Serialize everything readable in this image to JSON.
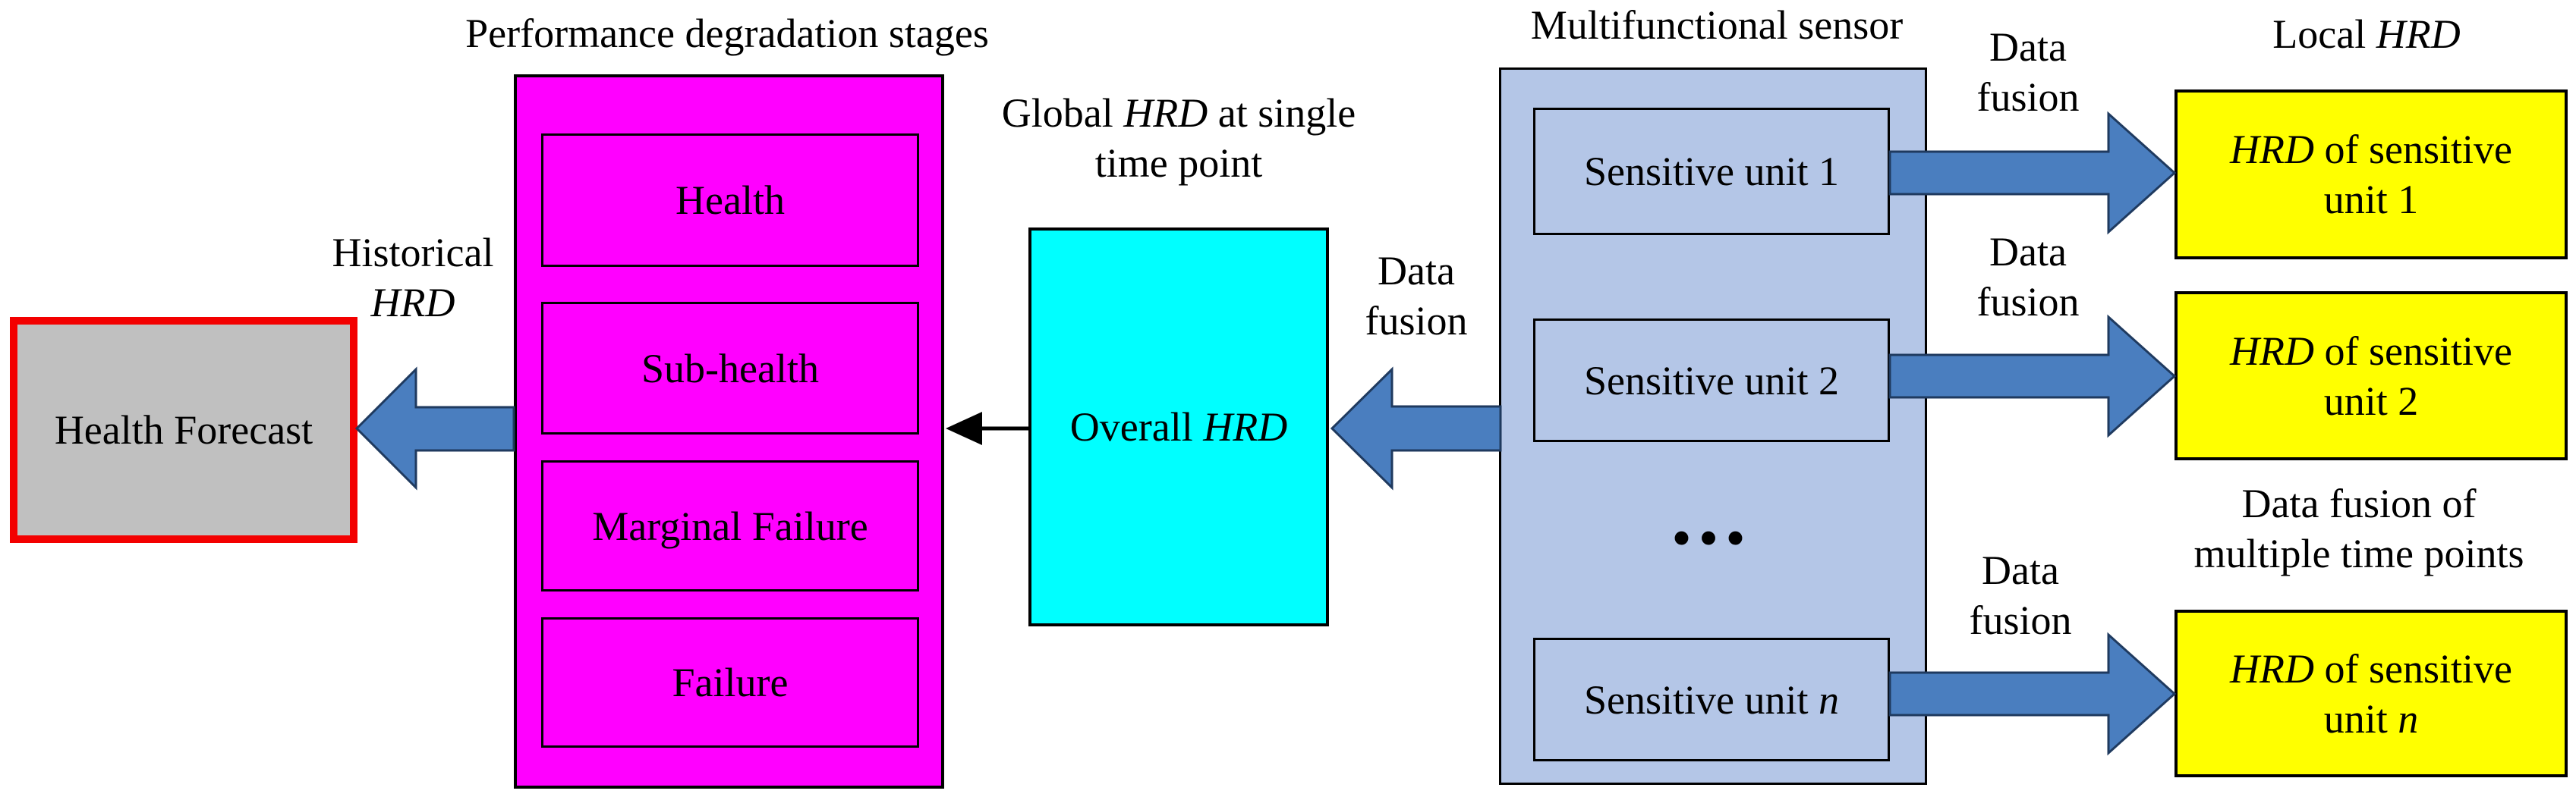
{
  "colors": {
    "magenta": "#ff00ff",
    "cyan": "#00ffff",
    "yellow": "#ffff00",
    "gray": "#c0c0c0",
    "red_border": "#f30000",
    "sensor": "#b4c6e7",
    "arrow_fill": "#4a7ebf",
    "arrow_outline": "#1f3a5f"
  },
  "left": {
    "historical_label": [
      [
        {
          "t": "Historical"
        }
      ],
      [
        {
          "t": "HRD",
          "i": true
        }
      ]
    ],
    "forecast_box": "Health Forecast"
  },
  "stages": {
    "title": "Performance degradation stages",
    "items": [
      "Health",
      "Sub-health",
      "Marginal Failure",
      "Failure"
    ]
  },
  "global": {
    "label": [
      [
        {
          "t": "Global "
        },
        {
          "t": "HRD",
          "i": true
        },
        {
          "t": " at single"
        }
      ],
      [
        {
          "t": "time point"
        }
      ]
    ],
    "overall_box": [
      [
        {
          "t": "Overall "
        },
        {
          "t": "HRD",
          "i": true
        }
      ]
    ]
  },
  "fusion": {
    "data_fusion": [
      [
        {
          "t": "Data"
        }
      ],
      [
        {
          "t": "fusion"
        }
      ]
    ],
    "multi_label": [
      [
        {
          "t": "Data fusion of"
        }
      ],
      [
        {
          "t": "multiple time points"
        }
      ]
    ]
  },
  "sensor": {
    "title": "Multifunctional sensor",
    "unit1": [
      [
        {
          "t": "Sensitive unit 1"
        }
      ]
    ],
    "unit2": [
      [
        {
          "t": "Sensitive unit 2"
        }
      ]
    ],
    "ellipsis": "...",
    "unitn": [
      [
        {
          "t": "Sensitive unit "
        },
        {
          "t": "n",
          "i": true
        }
      ]
    ]
  },
  "local": {
    "label": [
      [
        {
          "t": "Local "
        },
        {
          "t": "HRD",
          "i": true
        }
      ]
    ],
    "unit1_box": [
      [
        {
          "t": "HRD",
          "i": true
        },
        {
          "t": " of sensitive"
        }
      ],
      [
        {
          "t": "unit 1"
        }
      ]
    ],
    "unit2_box": [
      [
        {
          "t": "HRD",
          "i": true
        },
        {
          "t": " of sensitive"
        }
      ],
      [
        {
          "t": "unit 2"
        }
      ]
    ],
    "unitn_box": [
      [
        {
          "t": "HRD",
          "i": true
        },
        {
          "t": " of sensitive"
        }
      ],
      [
        {
          "t": "unit "
        },
        {
          "t": "n",
          "i": true
        }
      ]
    ]
  }
}
